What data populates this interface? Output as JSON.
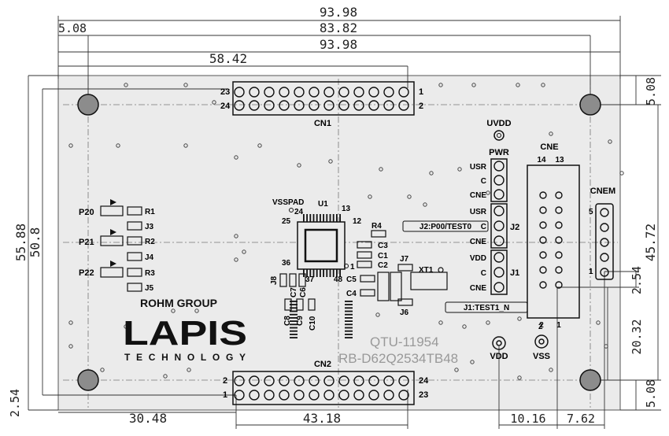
{
  "dimensions": {
    "overall_width_top": "93.98",
    "mount_pitch": "83.82",
    "overall_width_second": "93.98",
    "cn1_offset": "58.42",
    "mount_offset_left": "5.08",
    "mount_offset_right_top": "5.08",
    "mount_offset_right_bottom": "5.08",
    "board_height": "55.88",
    "mount_height": "50.8",
    "cnem_height": "45.72",
    "cnem_pitch": "2.54",
    "cne_offset": "20.32",
    "cn2_offset_bottom": "2.54",
    "cn2_left": "30.48",
    "cn2_length": "43.18",
    "jumper_spacing": "10.16",
    "cnem_spacing": "7.62"
  },
  "connectors": {
    "cn1": {
      "name": "CN1",
      "pin_top_left": "23",
      "pin_bottom_left": "24",
      "pin_top_right": "1",
      "pin_bottom_right": "2"
    },
    "cn2": {
      "name": "CN2",
      "pin_top_left": "2",
      "pin_bottom_left": "1",
      "pin_top_right": "24",
      "pin_bottom_right": "23"
    },
    "cne": {
      "name": "CNE",
      "pin_a": "14",
      "pin_b": "13",
      "pin_c": "2",
      "pin_d": "1"
    },
    "cnem": {
      "name": "CNEM",
      "pin_top": "5",
      "pin_bottom": "1"
    }
  },
  "labels": {
    "uvdd": "UVDD",
    "pwr": "PWR",
    "header": [
      "USR",
      "C",
      "CNE",
      "USR",
      "C",
      "CNE",
      "VDD",
      "C",
      "CNE"
    ],
    "j2": "J2",
    "j1": "J1",
    "j2_label": "J2:P00/TEST0",
    "j1_label": "J1:TEST1_N",
    "vdd": "VDD",
    "vss": "VSS",
    "u1": "U1",
    "vsspad": "VSSPAD",
    "pin24": "24",
    "pin13": "13",
    "pin25": "25",
    "pin12": "12",
    "pin36": "36",
    "pin37": "37",
    "pin48": "48",
    "pin1_mark": "1",
    "r4": "R4",
    "c3": "C3",
    "c1": "C1",
    "c2": "C2",
    "c5": "C5",
    "c4": "C4",
    "j7": "J7",
    "j6": "J6",
    "xt1": "XT1",
    "j8": "J8",
    "c6": "C6",
    "c7": "C7",
    "c8": "C8",
    "c9": "C9",
    "c10": "C10",
    "p20": "P20",
    "p21": "P21",
    "p22": "P22",
    "r1": "R1",
    "r2": "R2",
    "r3": "R3",
    "j3": "J3",
    "j4": "J4",
    "j5": "J5",
    "board_id": "QTU-11954",
    "part_no": "RB-D62Q2534TB48"
  },
  "brand": {
    "group": "ROHM GROUP",
    "logo": "LAPIS",
    "sub": "TECHNOLOGY"
  },
  "colors": {
    "board": "#ebebeb",
    "ink": "#111111",
    "hole_fill": "#8c8c8c",
    "dim_line": "#333333"
  }
}
